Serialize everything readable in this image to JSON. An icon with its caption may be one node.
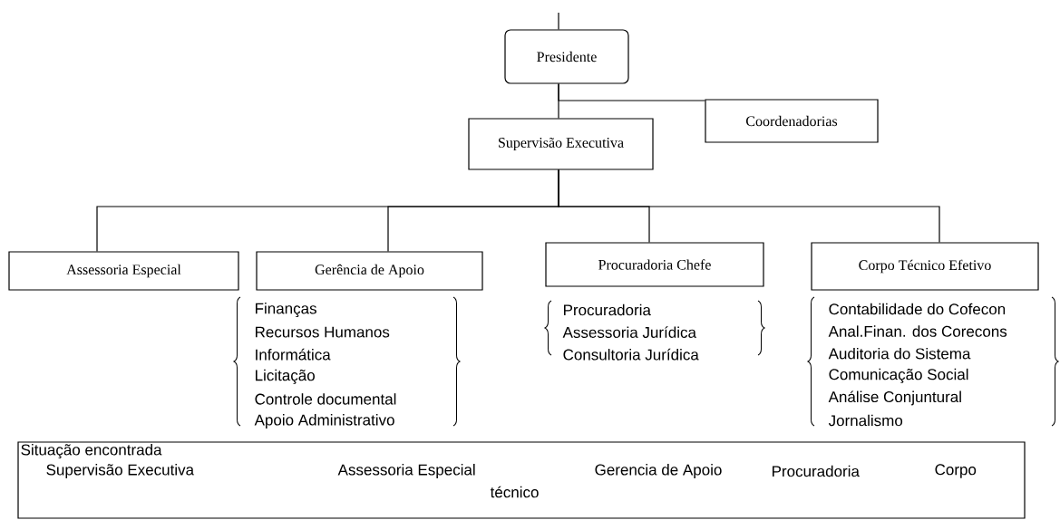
{
  "diagram": {
    "nodes": [
      {
        "text": [
          "Presidente"
        ]
      },
      {
        "text": [
          "Coordenadorias"
        ]
      },
      {
        "text": [
          "Supervisão Executiva"
        ]
      },
      {
        "text": [
          "Assessoria Especial"
        ]
      },
      {
        "text": [
          "Gerência de Apoio"
        ],
        "beside": [
          "Finanças",
          "Recursos Humanos",
          "Informática",
          "Licitação",
          "Controle documental",
          "Apoio Administrativo"
        ]
      },
      {
        "text": [
          "Procuradoria Chefe"
        ],
        "beside": [
          "Procuradoria",
          "Assessoria Jurídica",
          "Consultoria Jurídica"
        ]
      },
      {
        "text": [
          "Corpo Técnico Efetivo"
        ],
        "beside": [
          "Contabilidade do Cofecon",
          "Anal.Finan. dos Corecons",
          "Auditoria do Sistema",
          "Comunicação Social",
          "Análise Conjuntural",
          "Jornalismo"
        ]
      },
      {
        "text": [
          "Situação encontrada",
          "Supervisão Executiva",
          "Assessoria Especial",
          "Gerencia de Apoio",
          "Procuradoria",
          "Corpo",
          "técnico"
        ]
      }
    ],
    "edges": [
      {
        "from": null,
        "to": 0,
        "arrow": "none"
      },
      {
        "from": 0,
        "to": 2,
        "arrow": "none"
      },
      {
        "from": 0,
        "to": 1,
        "arrow": "none"
      },
      {
        "from": 2,
        "to": 3,
        "arrow": "none"
      },
      {
        "from": 2,
        "to": 4,
        "arrow": "none"
      },
      {
        "from": 2,
        "to": 5,
        "arrow": "none"
      },
      {
        "from": 2,
        "to": 6,
        "arrow": "none"
      }
    ]
  }
}
